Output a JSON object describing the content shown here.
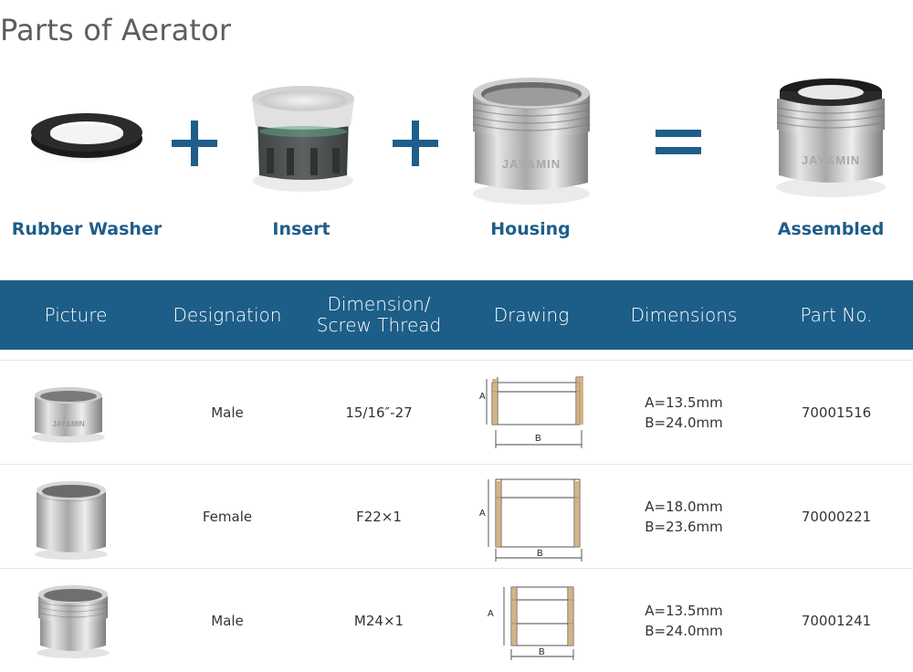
{
  "title": "Parts of Aerator",
  "parts": [
    {
      "label": "Rubber Washer"
    },
    {
      "label": "Insert"
    },
    {
      "label": "Housing",
      "engraving": "JAY&MIN"
    },
    {
      "label": "Assembled",
      "engraving": "JAY&MIN"
    }
  ],
  "table": {
    "headers": [
      "Picture",
      "Designation",
      "Dimension/\nScrew Thread",
      "Drawing",
      "Dimensions",
      "Part No."
    ],
    "rows": [
      {
        "designation": "Male",
        "thread": "15/16″-27",
        "dim_a": "A=13.5mm",
        "dim_b": "B=24.0mm",
        "part_no": "70001516",
        "engraving": "JAY&MIN",
        "drawing_labels": {
          "a": "A",
          "b": "B"
        }
      },
      {
        "designation": "Female",
        "thread": "F22×1",
        "dim_a": "A=18.0mm",
        "dim_b": "B=23.6mm",
        "part_no": "70000221",
        "drawing_labels": {
          "a": "A",
          "b": "B"
        }
      },
      {
        "designation": "Male",
        "thread": "M24×1",
        "dim_a": "A=13.5mm",
        "dim_b": "B=24.0mm",
        "part_no": "70001241",
        "drawing_labels": {
          "a": "A",
          "b": "B"
        }
      }
    ]
  },
  "colors": {
    "accent": "#1e5e8a",
    "header_bg": "#1d5e89",
    "title": "#5e5e5e"
  }
}
